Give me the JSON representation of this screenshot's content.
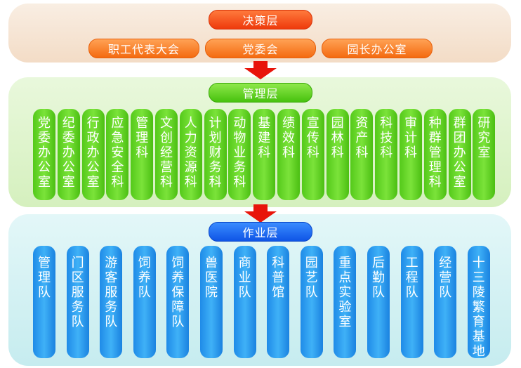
{
  "decision": {
    "title": "决策层",
    "items": [
      "职工代表大会",
      "党委会",
      "园长办公室"
    ]
  },
  "management": {
    "title": "管理层",
    "departments": [
      "党委办公室",
      "纪委办公室",
      "行政办公室",
      "应急安全科",
      "管理科",
      "文创经营科",
      "人力资源科",
      "计划财务科",
      "动物业务科",
      "基建科",
      "绩效科",
      "宣传科",
      "园林科",
      "资产科",
      "科技科",
      "审计科",
      "种群管理科",
      "群团办公室",
      "研究室"
    ]
  },
  "operations": {
    "title": "作业层",
    "units": [
      "管理队",
      "门区服务队",
      "游客服务队",
      "饲养队",
      "饲养保障队",
      "兽医院",
      "商业队",
      "科普馆",
      "园艺队",
      "重点实验室",
      "后勤队",
      "工程队",
      "经营队",
      "十三陵繁育基地"
    ]
  },
  "colors": {
    "orange": "#f46a10",
    "green": "#47c20e",
    "blue": "#0f55e6",
    "arrow": "#e8140a"
  }
}
